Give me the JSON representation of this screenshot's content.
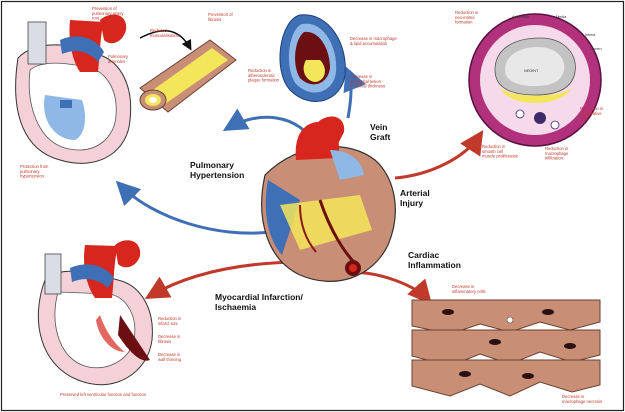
{
  "figure": {
    "colors": {
      "red": "#d7261e",
      "blue": "#3f6fb5",
      "light_blue": "#8fb8e6",
      "yellow": "#f4e65a",
      "tan": "#c98e76",
      "dark_red": "#6b0f12",
      "pink": "#f3d1d6",
      "magenta": "#b1317c",
      "arrow_red": "#c0392b",
      "arrow_blue": "#3f6fb5"
    },
    "labels": {
      "vein_graft": "Vein\nGraft",
      "pulmonary_hypertension": "Pulmonary\nHypertension",
      "arterial_injury": "Arterial\nInjury",
      "cardiac_inflammation": "Cardiac\nInflammation",
      "myocardial_infarction": "Myocardial Infarction/\nIschaemia"
    },
    "notes": {
      "ph_1": "Prevention of\npulmonary artery\nroot",
      "ph_2": "Reduced\nmuscularisation",
      "ph_3": "Pulmonary\narterioles",
      "ph_4": "Prevention of\nfibrosis",
      "ph_5": "Protection from\npulmonary\nhypertension",
      "vg_1": "Decrease in macrophage\n& lipid accumulation",
      "vg_2": "Reduction in\natherosclerotic\nplaque formation",
      "vg_3": "Decrease in\nadventitial lesion\nin intimal thickness",
      "ai_1": "Reduction in\nneo-intima\nformation",
      "ai_2": "Adventitia",
      "ai_3": "Media",
      "ai_4": "Intima",
      "ai_5": "Lumen",
      "ai_6": "Reduction in\nproliferative\ncell",
      "ai_7": "Reduction in\nsmooth cell\nmuscle proliferation",
      "ai_8": "Reduction in\nmacrophage\ninfiltration",
      "ai_9": "NEOINT",
      "mi_1": "Reduction in\ninfarct size",
      "mi_2": "Decrease in\nfibrosis",
      "mi_3": "Decrease in\nwall thinning",
      "mi_4": "Preserved left ventricular function and function",
      "ci_1": "Decrease in\ninflammatory cells",
      "ci_2": "Decrease in\nmacrophage necrosis"
    }
  }
}
